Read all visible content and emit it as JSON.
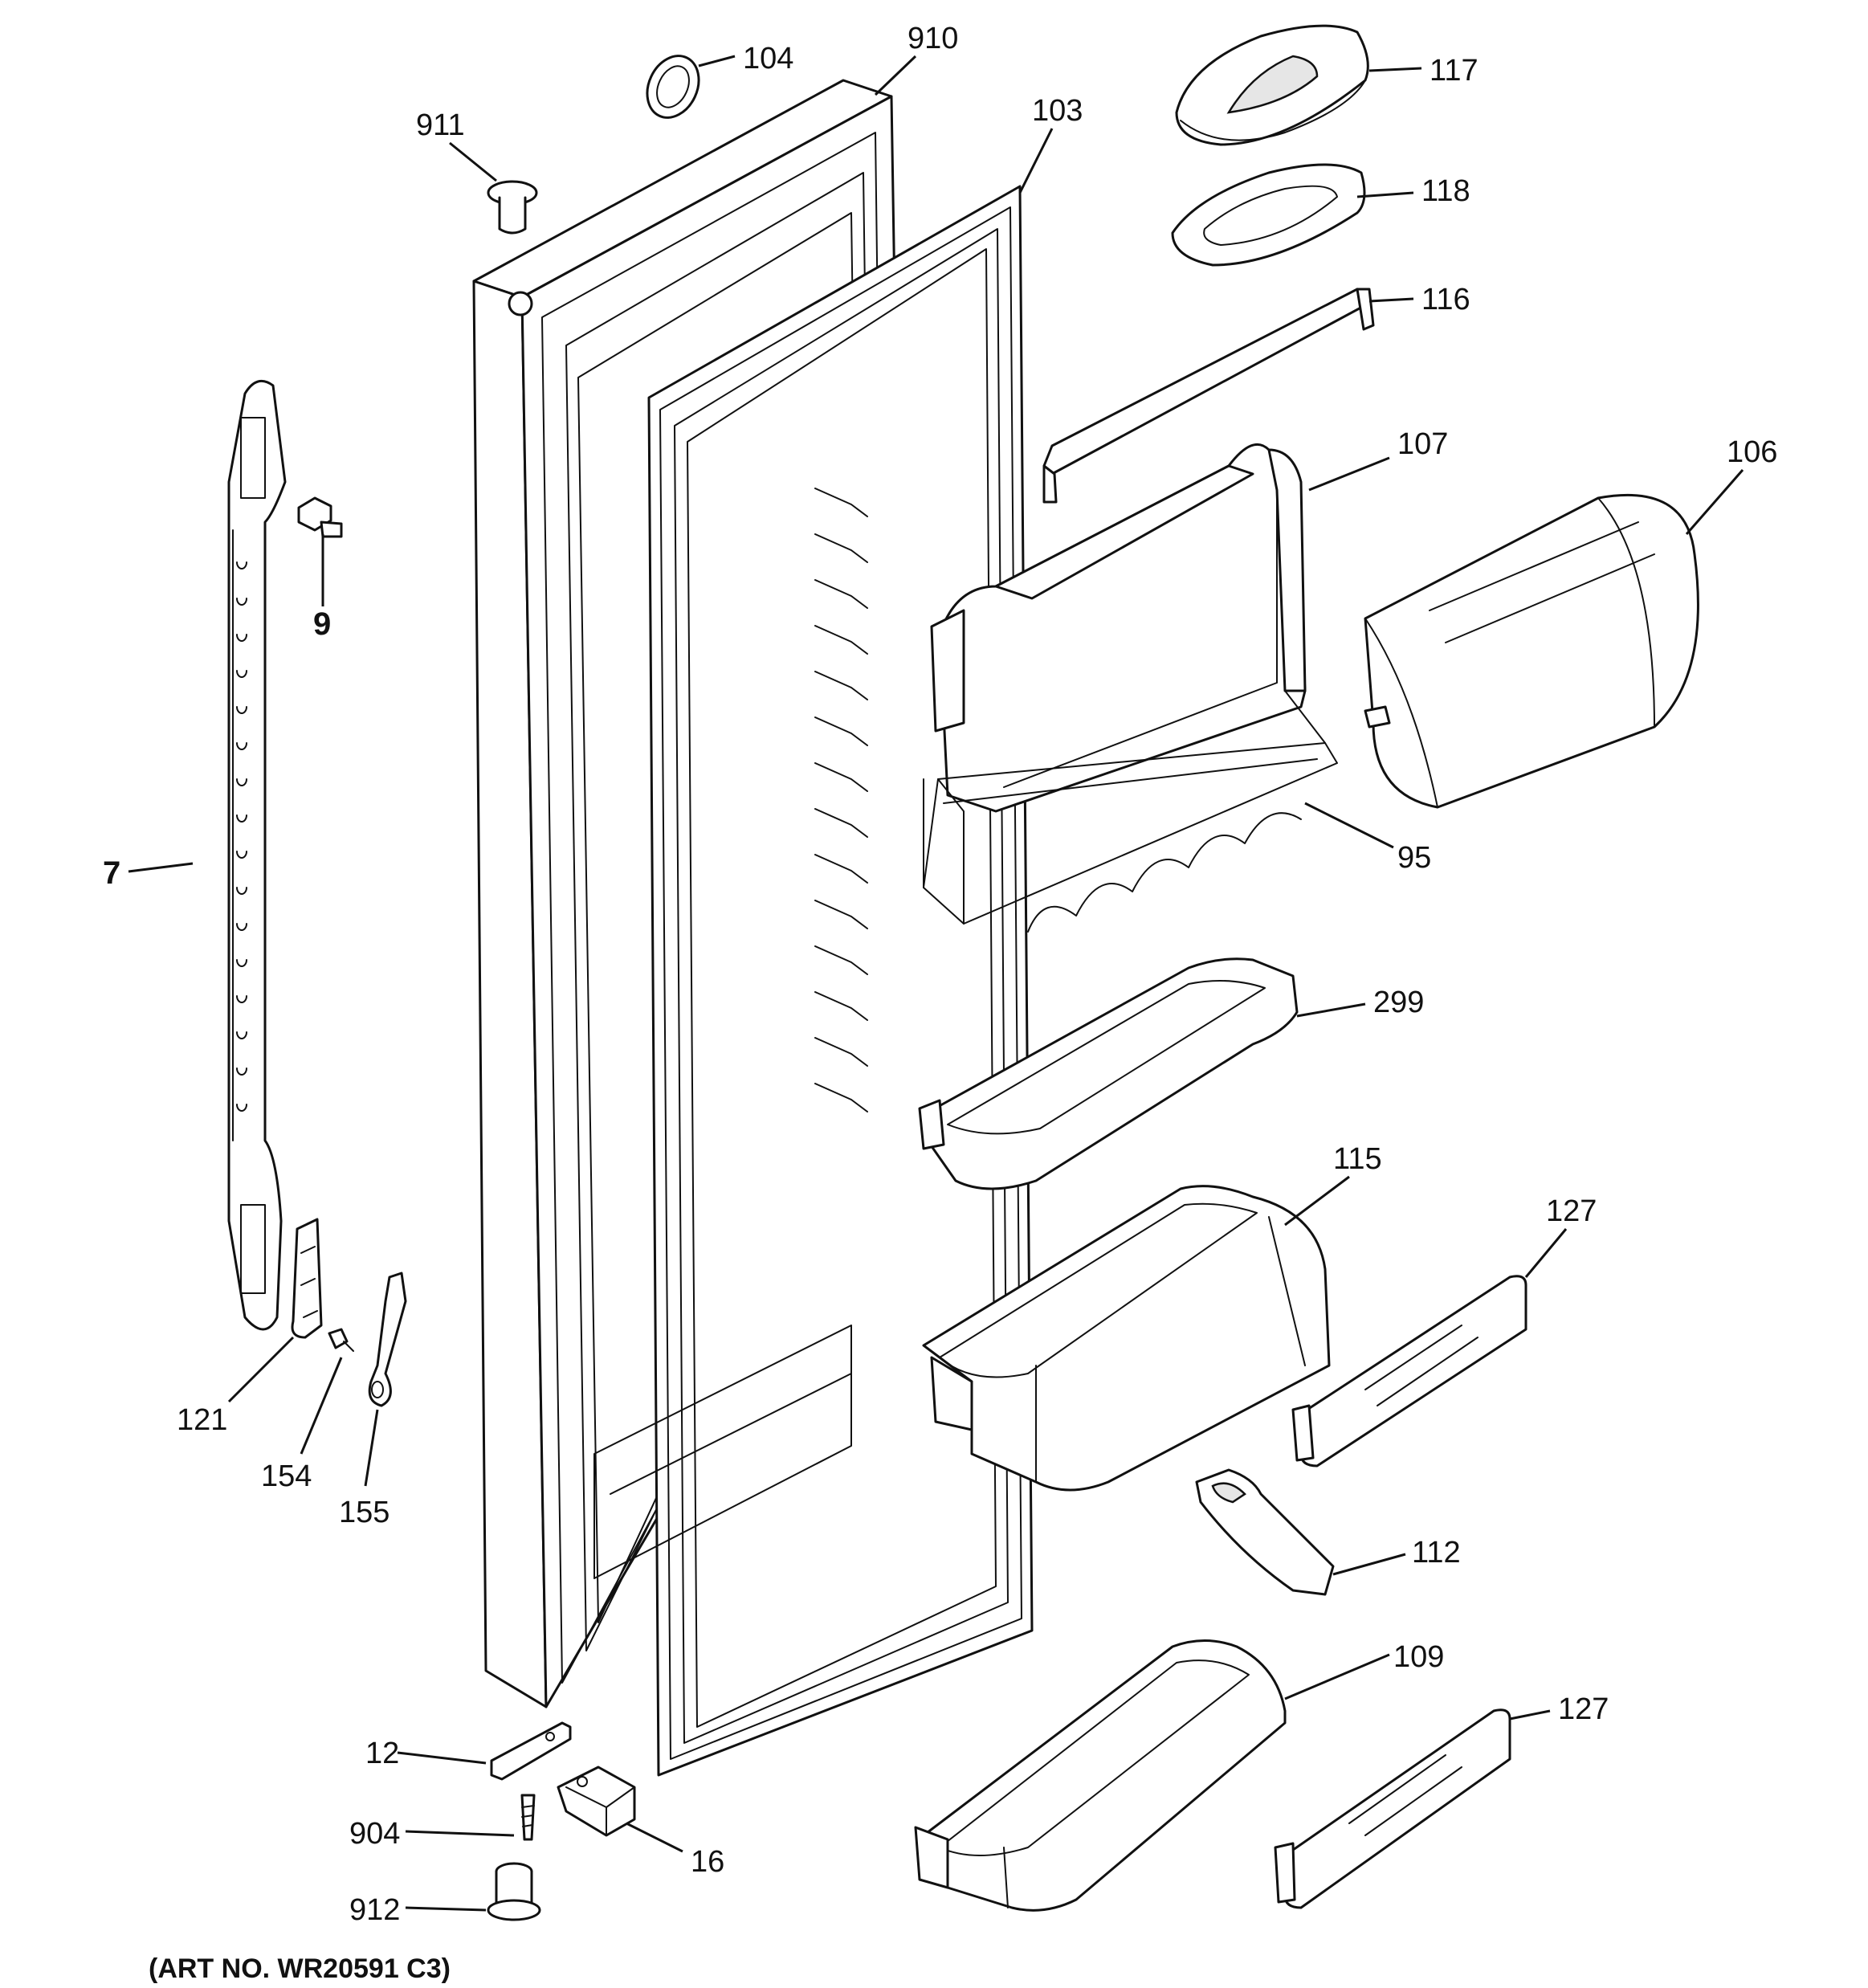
{
  "footer": {
    "art_number": "(ART NO. WR20591 C3)"
  },
  "callouts": {
    "c104": "104",
    "c910": "910",
    "c911": "911",
    "c103": "103",
    "c117": "117",
    "c118": "118",
    "c116": "116",
    "c107": "107",
    "c106": "106",
    "c9": "9",
    "c7": "7",
    "c95": "95",
    "c299": "299",
    "c115": "115",
    "c127a": "127",
    "c121": "121",
    "c154": "154",
    "c155": "155",
    "c112": "112",
    "c109": "109",
    "c127b": "127",
    "c12": "12",
    "c904": "904",
    "c16": "16",
    "c912": "912"
  }
}
